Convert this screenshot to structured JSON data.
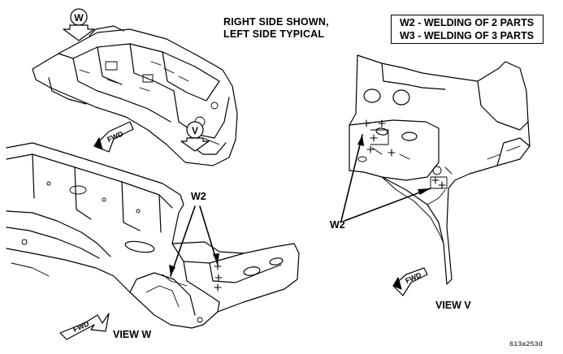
{
  "note": {
    "line1": "RIGHT SIDE SHOWN,",
    "line2": "LEFT SIDE TYPICAL"
  },
  "legend": {
    "w2": "W2 - WELDING OF 2 PARTS",
    "w3": "W3 - WELDING OF 3 PARTS"
  },
  "callouts": {
    "w2_left": "W2",
    "w2_right": "W2",
    "view_w": "VIEW W",
    "view_v": "VIEW V",
    "w_marker": "W",
    "v_marker": "V"
  },
  "arrows": {
    "fwd_top": "FWD",
    "fwd_bottom": "FWD",
    "fwd_right": "FWD"
  },
  "ref_code": "613a253d"
}
